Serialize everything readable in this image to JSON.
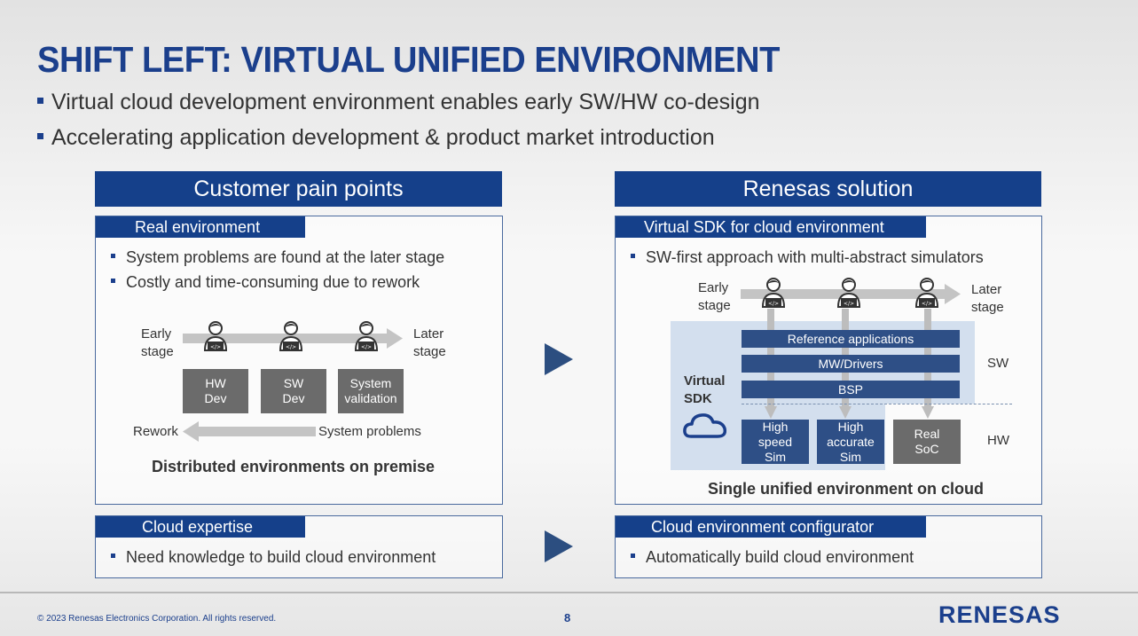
{
  "slide": {
    "title": "SHIFT LEFT: VIRTUAL UNIFIED ENVIRONMENT",
    "bullets": [
      "Virtual cloud development environment enables early SW/HW co-design",
      "Accelerating application development & product market introduction"
    ]
  },
  "left": {
    "header": "Customer pain points",
    "real_env": {
      "label": "Real environment",
      "bullets": [
        "System problems are found at the later stage",
        "Costly and time-consuming due to rework"
      ],
      "diagram": {
        "early_stage": [
          "Early",
          "stage"
        ],
        "later_stage": [
          "Later",
          "stage"
        ],
        "boxes": [
          [
            "HW",
            "Dev"
          ],
          [
            "SW",
            "Dev"
          ],
          [
            "System",
            "validation"
          ]
        ],
        "rework": "Rework",
        "system_problems": "System problems",
        "caption": "Distributed environments on premise"
      }
    },
    "cloud_expertise": {
      "label": "Cloud expertise",
      "bullet": "Need knowledge to build cloud environment"
    }
  },
  "right": {
    "header": "Renesas solution",
    "virtual_sdk": {
      "label": "Virtual SDK for cloud environment",
      "bullet": "SW-first approach with multi-abstract simulators",
      "diagram": {
        "early_stage": [
          "Early",
          "stage"
        ],
        "later_stage": [
          "Later",
          "stage"
        ],
        "virtual_sdk": [
          "Virtual",
          "SDK"
        ],
        "layers": [
          "Reference applications",
          "MW/Drivers",
          "BSP"
        ],
        "sw_label": "SW",
        "hw_label": "HW",
        "hw_boxes": [
          [
            "High",
            "speed",
            "Sim"
          ],
          [
            "High",
            "accurate",
            "Sim"
          ],
          [
            "Real",
            "SoC"
          ]
        ],
        "caption": "Single unified environment on cloud"
      }
    },
    "configurator": {
      "label": "Cloud environment configurator",
      "bullet": "Automatically build cloud environment"
    }
  },
  "footer": {
    "copyright": "© 2023 Renesas Electronics Corporation. All rights reserved.",
    "page": "8",
    "logo": "RENESAS"
  },
  "colors": {
    "brand_blue": "#15408a",
    "title_blue": "#1b3f8c",
    "box_gray": "#6b6b6b",
    "box_blue": "#2e4f86"
  }
}
